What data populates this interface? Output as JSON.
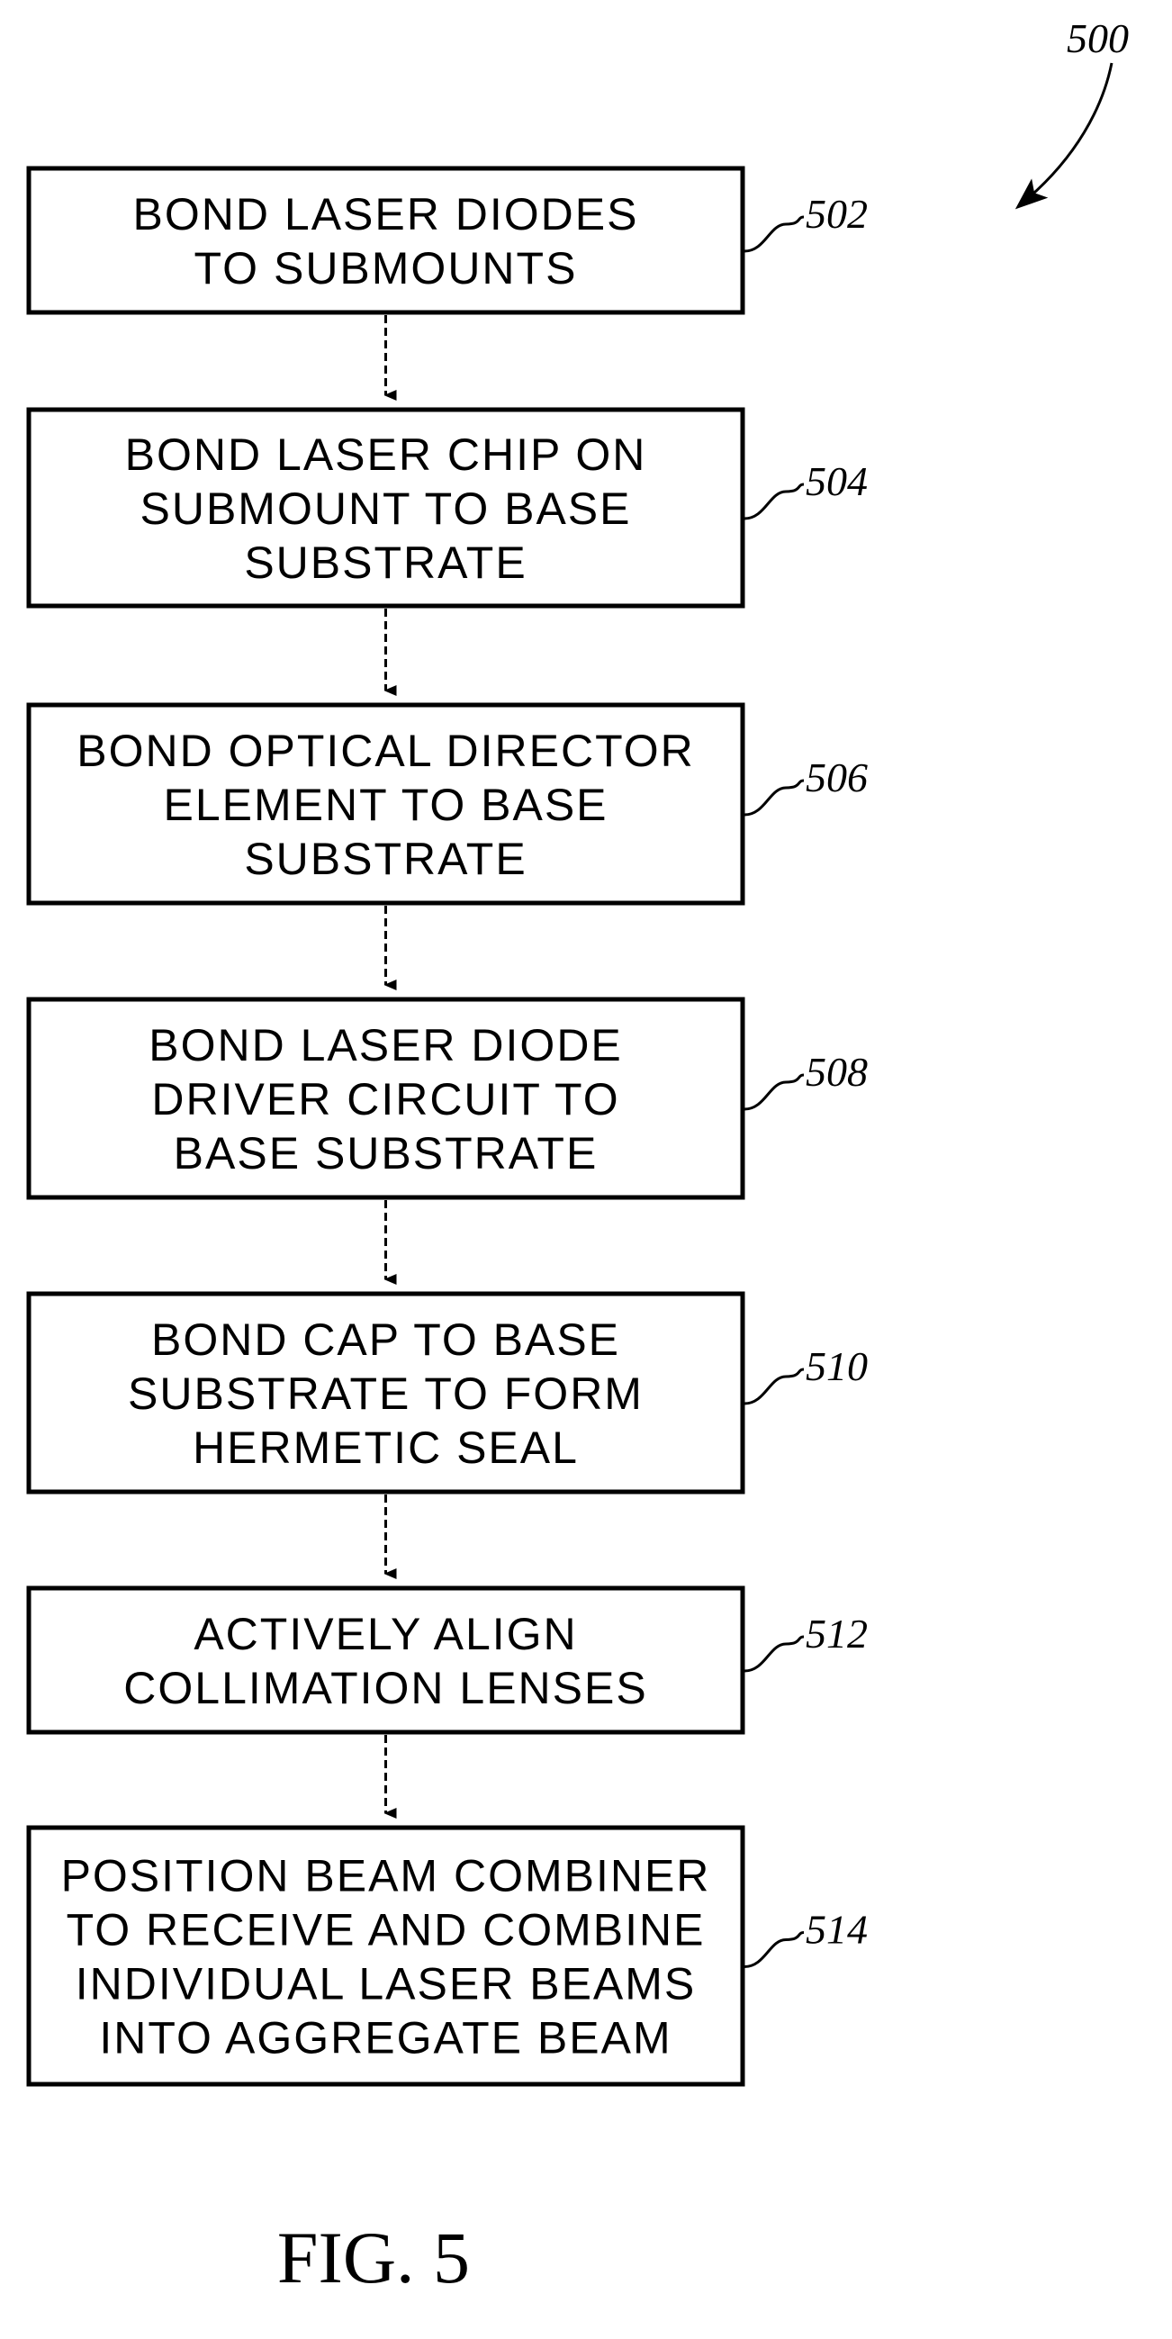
{
  "figure": {
    "ref": "500",
    "caption": "FIG. 5"
  },
  "steps": [
    {
      "ref": "502",
      "lines": [
        "BOND LASER DIODES",
        "TO SUBMOUNTS"
      ]
    },
    {
      "ref": "504",
      "lines": [
        "BOND LASER CHIP ON",
        "SUBMOUNT TO BASE",
        "SUBSTRATE"
      ]
    },
    {
      "ref": "506",
      "lines": [
        "BOND OPTICAL DIRECTOR",
        "ELEMENT TO BASE",
        "SUBSTRATE"
      ]
    },
    {
      "ref": "508",
      "lines": [
        "BOND LASER DIODE",
        "DRIVER CIRCUIT TO",
        "BASE SUBSTRATE"
      ]
    },
    {
      "ref": "510",
      "lines": [
        "BOND CAP TO BASE",
        "SUBSTRATE TO FORM",
        "HERMETIC SEAL"
      ]
    },
    {
      "ref": "512",
      "lines": [
        "ACTIVELY ALIGN",
        "COLLIMATION LENSES"
      ]
    },
    {
      "ref": "514",
      "lines": [
        "POSITION BEAM COMBINER",
        "TO RECEIVE AND COMBINE",
        "INDIVIDUAL LASER BEAMS",
        "INTO AGGREGATE BEAM"
      ]
    }
  ]
}
